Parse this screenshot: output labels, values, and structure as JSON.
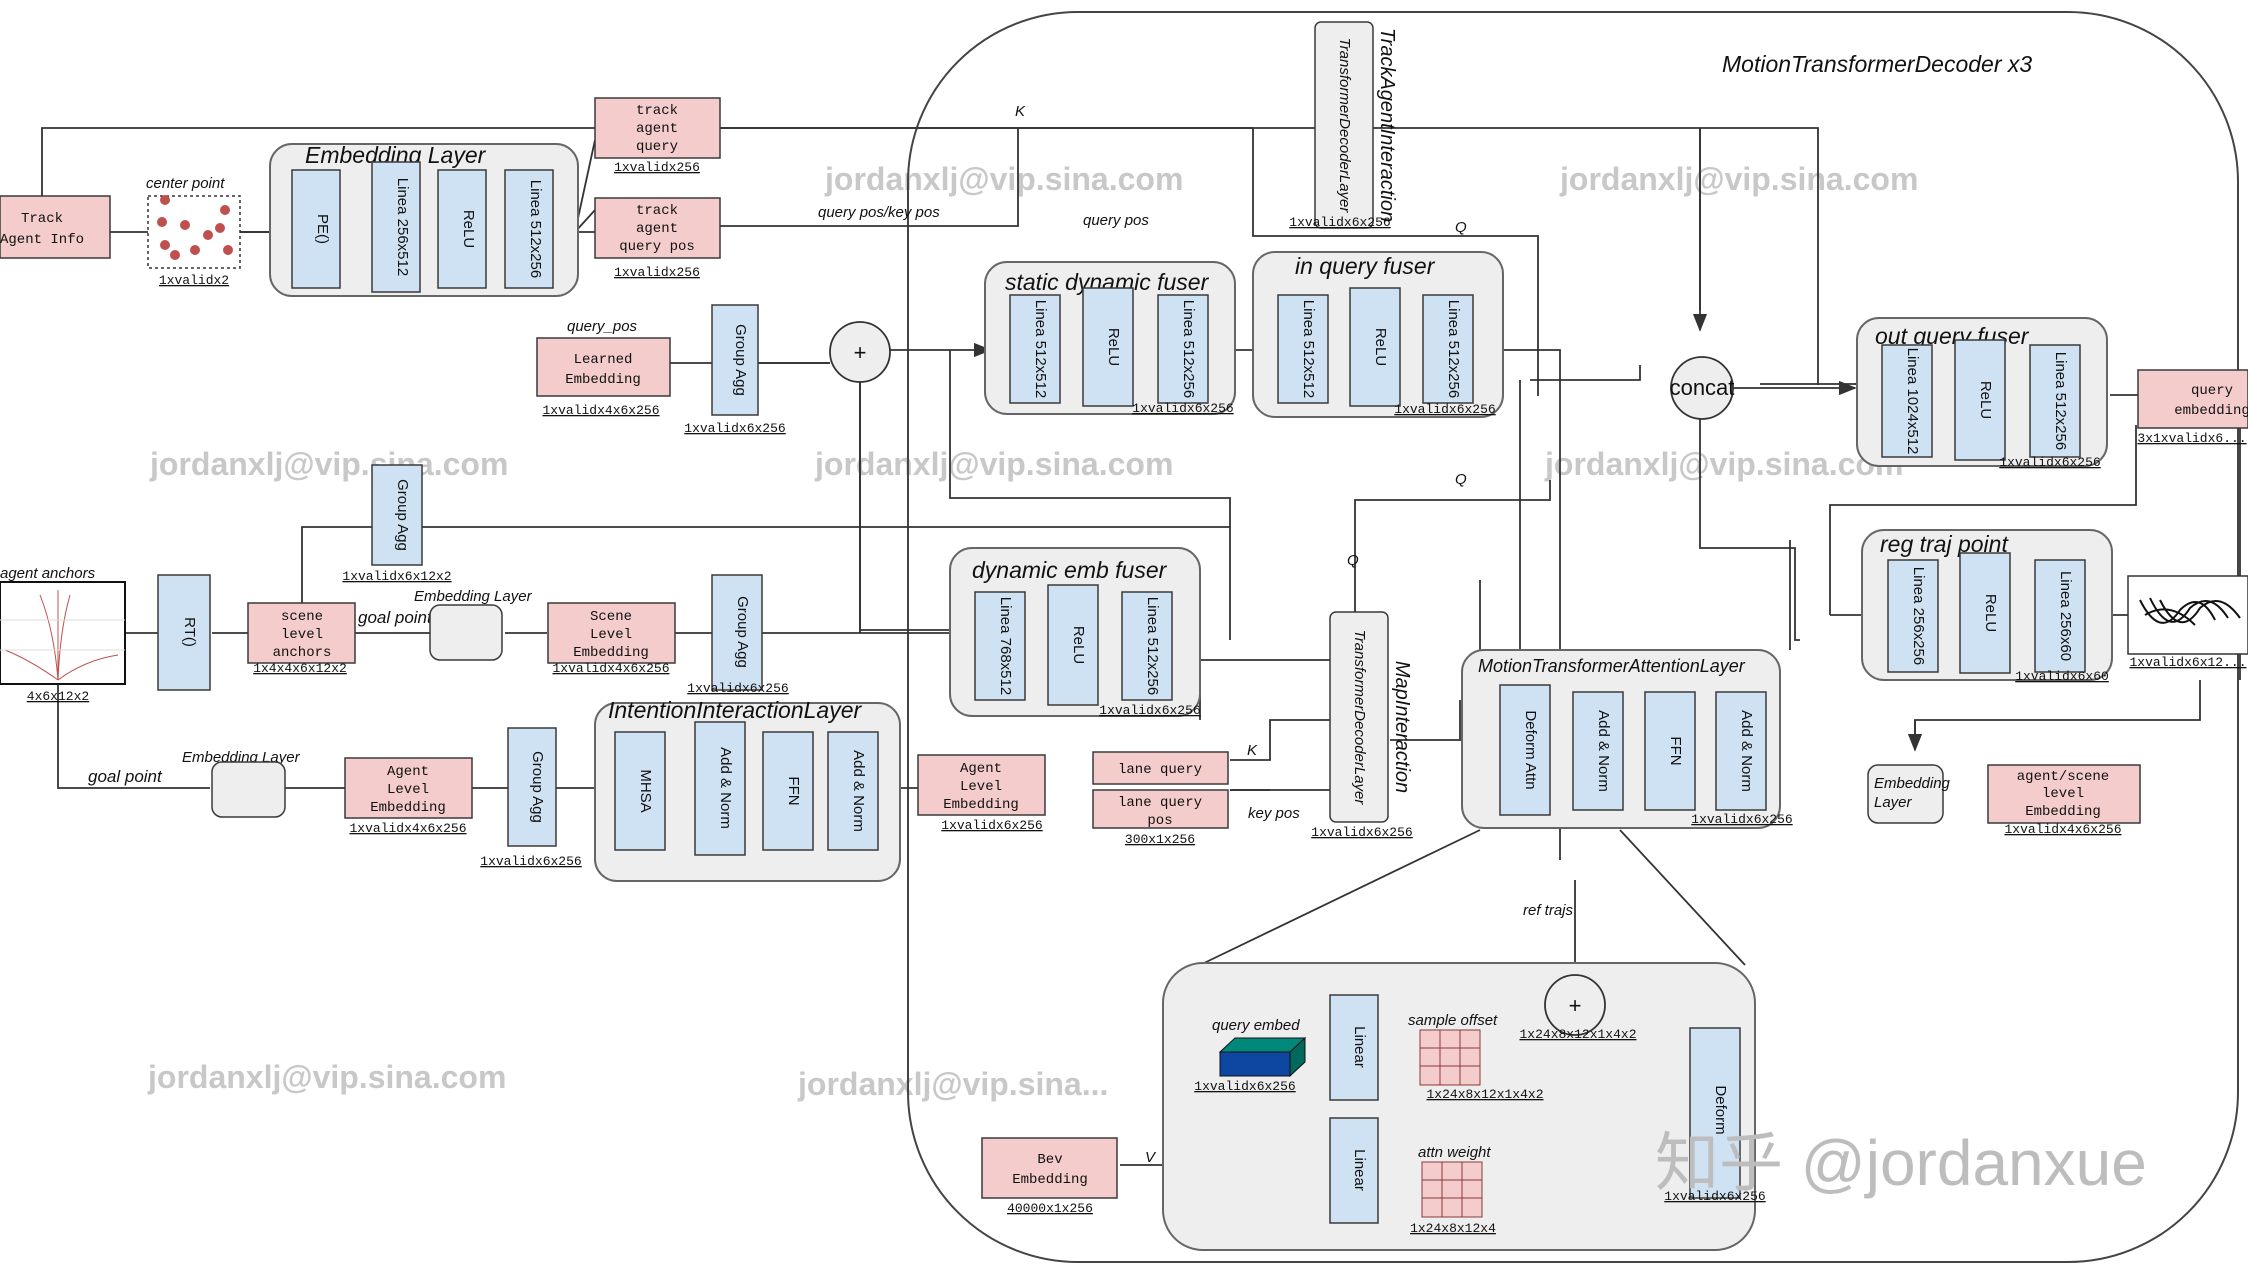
{
  "diagram": {
    "decoder_title": "MotionTransformerDecoder x3",
    "embedding_layer": {
      "title": "Embedding Layer",
      "pe": "PE()",
      "linear1": "Linea 256x512",
      "relu": "ReLU",
      "linear2": "Linea 512x256"
    },
    "track_agent_info": [
      "Track",
      "Agent Info"
    ],
    "center_point": {
      "label": "center point",
      "dim": "1xvalidx2"
    },
    "track_agent_query": {
      "lines": [
        "track",
        "agent",
        "query"
      ],
      "dim": "1xvalidx256"
    },
    "track_agent_query_pos": {
      "lines": [
        "track",
        "agent",
        "query pos"
      ],
      "dim": "1xvalidx256"
    },
    "labels": {
      "k_top": "K",
      "query_pos_key_pos": "query pos/key pos",
      "query_pos_mid": "query pos",
      "q_top": "Q",
      "q_mid": "Q",
      "q_map": "Q",
      "k_lane": "K",
      "key_pos": "key pos",
      "v_bev": "V",
      "ref_trajs": "ref trajs",
      "query_pos_small": "query_pos",
      "plus": "+",
      "concat": "concat"
    },
    "track_agent_interaction": {
      "title": "TrackAgentInteraction",
      "inner": "TransformerDecoderLayer",
      "dim": "1xvalidx6x256"
    },
    "static_dynamic_fuser": {
      "title": "static dynamic fuser",
      "linear1": "Linea 512x512",
      "relu": "ReLU",
      "linear2": "Linea 512x256",
      "dim": "1xvalidx6x256"
    },
    "in_query_fuser": {
      "title": "in query fuser",
      "linear1": "Linea 512x512",
      "relu": "ReLU",
      "linear2": "Linea 512x256",
      "dim": "1xvalidx6x256"
    },
    "out_query_fuser": {
      "title": "out query fuser",
      "linear1": "Linea 1024x512",
      "relu": "ReLU",
      "linear2": "Linea 512x256",
      "dim": "1xvalidx6x256"
    },
    "query_embedding": {
      "lines": [
        "query",
        "embedding"
      ],
      "dim": "3x1xvalidx6..."
    },
    "learned_embedding": {
      "lines": [
        "Learned",
        "Embedding"
      ],
      "dim": "1xvalidx4x6x256"
    },
    "group_agg_top": {
      "label": "Group Agg",
      "dim": "1xvalidx6x256"
    },
    "group_agg_anchor": {
      "label": "Group Agg",
      "dim": "1xvalidx6x12x2"
    },
    "group_agg_scene": {
      "label": "Group Agg",
      "dim": "1xvalidx6x256"
    },
    "group_agg_agent": {
      "label": "Group Agg",
      "dim": "1xvalidx6x256"
    },
    "agent_anchors": {
      "label": "agent anchors",
      "dim": "4x6x12x2"
    },
    "rt": "RT()",
    "scene_level_anchors": {
      "lines": [
        "scene",
        "level",
        "anchors"
      ],
      "dim": "1x4x4x6x12x2"
    },
    "goal_point_1": "goal point",
    "goal_point_2": "goal point",
    "embedding_layer_small_1": "Embedding Layer",
    "embedding_layer_small_2": "Embedding Layer",
    "scene_level_embedding": {
      "lines": [
        "Scene",
        "Level",
        "Embedding"
      ],
      "dim": "1xvalidx4x6x256"
    },
    "dynamic_emb_fuser": {
      "title": "dynamic emb fuser",
      "linear1": "Linea 768x512",
      "relu": "ReLU",
      "linear2": "Linea 512x256",
      "dim": "1xvalidx6x256"
    },
    "agent_level_embedding_in": {
      "lines": [
        "Agent",
        "Level",
        "Embedding"
      ],
      "dim": "1xvalidx4x6x256"
    },
    "intention_layer": {
      "title": "IntentionInteractionLayer",
      "mhsa": "MHSA",
      "addnorm1": "Add & Norm",
      "ffn": "FFN",
      "addnorm2": "Add & Norm"
    },
    "agent_level_embedding_out": {
      "lines": [
        "Agent",
        "Level",
        "Embedding"
      ],
      "dim": "1xvalidx6x256"
    },
    "lane_query": {
      "label": "lane query"
    },
    "lane_query_pos": {
      "lines": [
        "lane query",
        "pos"
      ],
      "dim": "300x1x256"
    },
    "map_interaction": {
      "title": "MapInteraction",
      "inner": "TransformerDecoderLayer",
      "dim": "1xvalidx6x256"
    },
    "mtal": {
      "title": "MotionTransformerAttentionLayer",
      "deform": "Deform Attn",
      "addnorm1": "Add & Norm",
      "ffn": "FFN",
      "addnorm2": "Add & Norm",
      "dim": "1xvalidx6x256"
    },
    "reg_traj_point": {
      "title": "reg traj point",
      "linear1": "Linea 256x256",
      "relu": "ReLU",
      "linear2": "Linea 256x60",
      "dim": "1xvalidx6x60"
    },
    "traj_output_dim": "1xvalidx6x12...",
    "embedding_layer_right": [
      "Embedding",
      "Layer"
    ],
    "agent_scene_level_embedding": {
      "lines": [
        "agent/scene",
        "level",
        "Embedding"
      ],
      "dim": "1xvalidx4x6x256"
    },
    "deform_detail": {
      "query_embed": "query embed",
      "query_embed_dim": "1xvalidx6x256",
      "linear_top": "Linear",
      "linear_bottom": "Linear",
      "sample_offset": "sample offset",
      "sample_offset_dim": "1x24x8x12x1x4x2",
      "plus_dim": "1x24x8x12x1x4x2",
      "attn_weight": "attn weight",
      "attn_weight_dim": "1x24x8x12x4",
      "deform": "Deform",
      "deform_dim": "1xvalidx6x256"
    },
    "bev_embedding": {
      "lines": [
        "Bev",
        "Embedding"
      ],
      "dim": "40000x1x256"
    },
    "watermarks": [
      "jordanxlj@vip.sina.com",
      "jordanxlj@vip.sina.com",
      "jordanxlj@vip.sina.com",
      "jordanxlj@vip.sina.com",
      "jordanxlj@vip.sina.com",
      "jordanxlj@vip.sina.com",
      "jordanxlj@vip.sina..."
    ],
    "zhihu_watermark": "知乎 @jordanxue"
  },
  "colors": {
    "blue_block": "#cfe2f3",
    "pink_block": "#f4cccc",
    "group_bg": "#eeeeee"
  }
}
